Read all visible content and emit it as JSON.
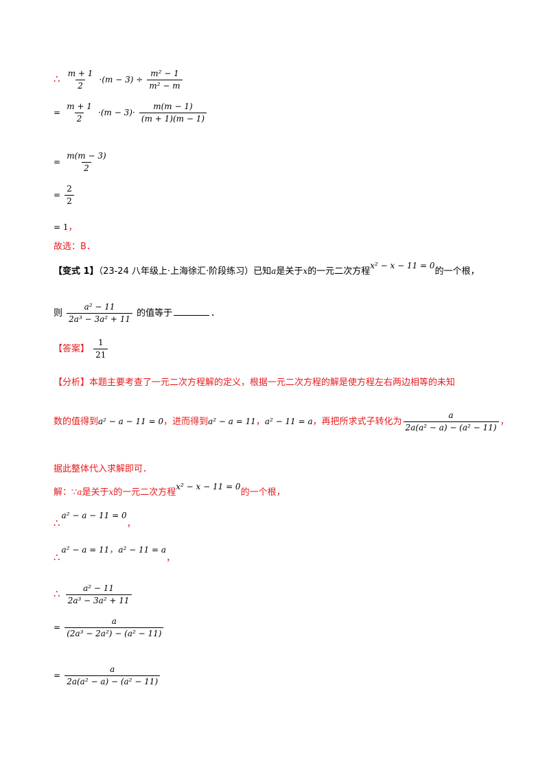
{
  "symbols": {
    "therefore": "∴",
    "because": "∵"
  },
  "top": {
    "line1": {
      "a": "m + 1",
      "b": "2",
      "mid": "·(m − 3) ÷",
      "c": "m² − 1",
      "d": "m² − m"
    },
    "line2": {
      "eq": "=",
      "a": "m + 1",
      "b": "2",
      "mid": "·(m − 3)·",
      "c": "m(m − 1)",
      "d": "(m + 1)(m − 1)"
    },
    "line3": {
      "eq": "=",
      "num": "m(m − 3)",
      "den": "2"
    },
    "line4": {
      "eq": "=",
      "num": "2",
      "den": "2"
    },
    "line5": {
      "expr": "= 1",
      "comma": "，"
    },
    "choose": "故选：B．"
  },
  "variant": {
    "label": "【变式 1】",
    "source": "（23-24 八年级上·上海徐汇·阶段练习）",
    "t1": "已知",
    "var_a": "a",
    "t2": "是关于",
    "var_x": "x",
    "t3": "的一元二次方程",
    "equation": "x² − x − 11 = 0",
    "t4": "的一个根，",
    "q_prefix": "则",
    "q_num": "a² − 11",
    "q_den": "2a³ − 3a² + 11",
    "q_suffix": "的值等于",
    "q_end": "．"
  },
  "answer": {
    "label": "【答案】",
    "num": "1",
    "den": "21"
  },
  "analysis": {
    "label": "【分析】",
    "text1": "本题主要考查了一元二次方程解的定义，根据一元二次方程的解是使方程左右两边相等的未知",
    "text2a": "数的值得到",
    "eq1": "a² − a − 11 = 0",
    "text2b": "，进而得到",
    "eq2": "a² − a = 11",
    "sep": "，",
    "eq3": "a² − 11 = a",
    "text2c": "，再把所求式子转化为",
    "frac_num": "a",
    "frac_den": "2a(a² − a) − (a² − 11)",
    "text2d": "，",
    "text3": "据此整体代入求解即可．"
  },
  "solution": {
    "prefix": "解：",
    "var_a": "a",
    "t1": "是关于",
    "var_x": "x",
    "t2": "的一元二次方程",
    "equation": "x² − x − 11 = 0",
    "t3": "的一个根，",
    "s1_eq": "a² − a − 11 = 0",
    "s1_end": "，",
    "s2_eq1": "a² − a = 11",
    "s2_sep": "，",
    "s2_eq2": "a² − 11 = a",
    "s2_end": "，",
    "s3_num": "a² − 11",
    "s3_den": "2a³ − 3a² + 11",
    "s4_eq": "=",
    "s4_num": "a",
    "s4_den": "(2a³ − 2a²) − (a² − 11)",
    "s5_eq": "=",
    "s5_num": "a",
    "s5_den": "2a(a² − a) − (a² − 11)"
  }
}
